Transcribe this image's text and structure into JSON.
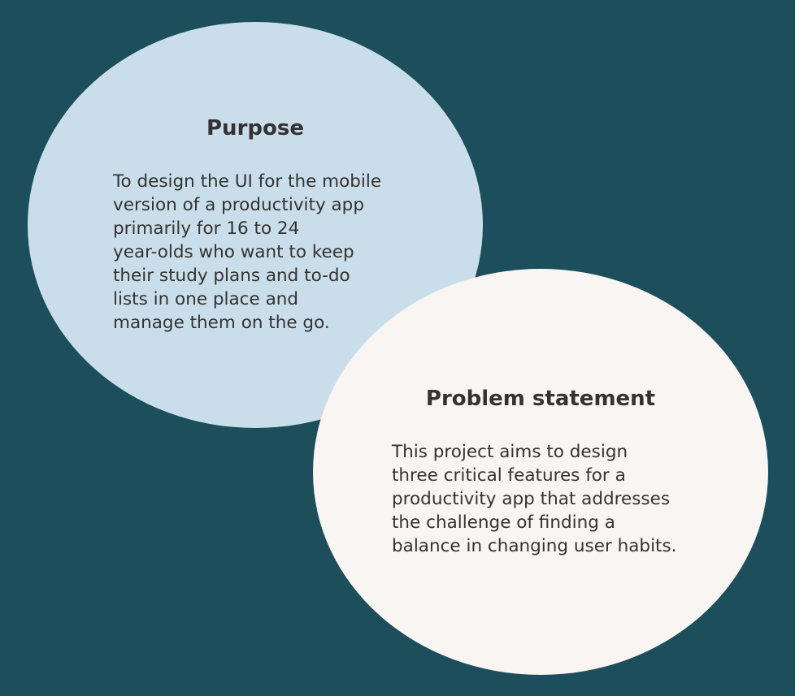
{
  "purpose": {
    "title": "Purpose",
    "lines": [
      "To design the UI for the mobile",
      "version of a productivity app",
      "primarily for 16 to 24",
      "year-olds who want to keep",
      "their study plans and to-do",
      "lists in one place and",
      "manage them on the go."
    ]
  },
  "problem": {
    "title": "Problem statement",
    "lines": [
      "This project aims to design",
      "three critical features for a",
      "productivity app that addresses",
      "the challenge of finding a",
      "balance in changing user habits."
    ]
  },
  "colors": {
    "background": "#1d4e5b",
    "purpose_fill": "#c9deea",
    "problem_fill": "#f8f5f3",
    "text": "#333333"
  }
}
